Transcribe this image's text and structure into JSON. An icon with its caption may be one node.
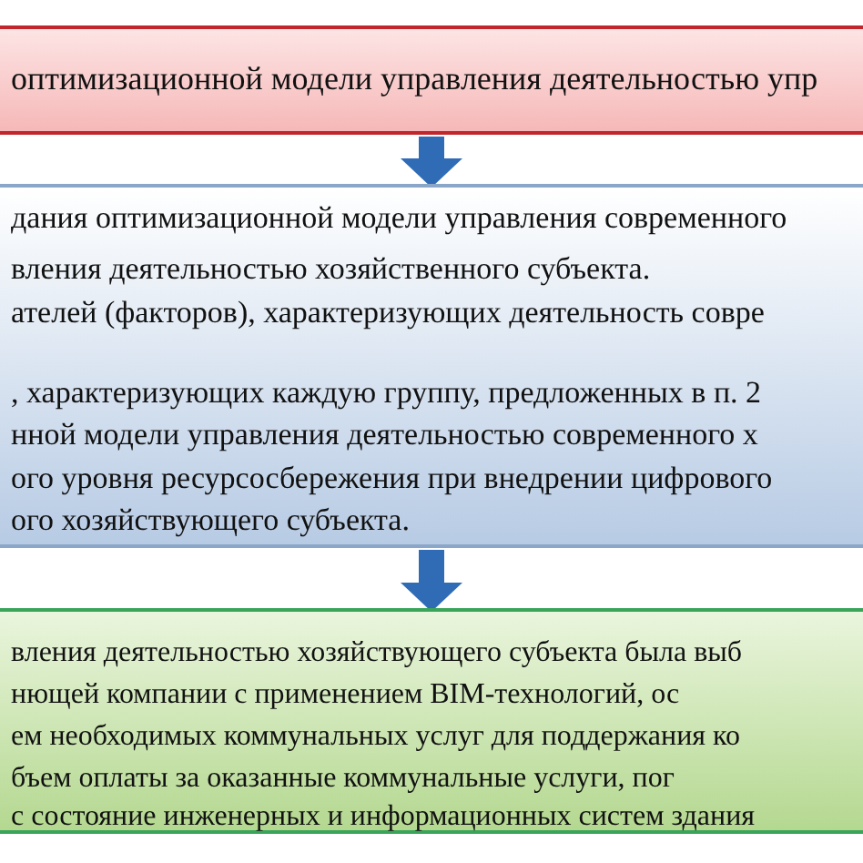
{
  "diagram": {
    "nodes": [
      {
        "text": [
          "оптимизационной модели управления деятельностью упр"
        ]
      },
      {
        "text": [
          "дания оптимизационной модели управления современного",
          "вления деятельностью хозяйственного субъекта.",
          "ателей (факторов), характеризующих деятельность совре",
          ", характеризующих каждую группу, предложенных в п. 2",
          "нной модели управления деятельностью современного х",
          "ого уровня ресурсосбережения при внедрении цифрового",
          "ого хозяйствующего субъекта."
        ]
      },
      {
        "text": [
          "вления деятельностью хозяйствующего субъекта была выб",
          "нющей компании с применением BIM-технологий, ос",
          "ем необходимых коммунальных услуг для поддержания ко",
          "бъем оплаты за оказанные коммунальные услуги, пог",
          "с состояние инженерных и информационных систем здания"
        ]
      }
    ],
    "edges": [
      {
        "from": 0,
        "to": 1,
        "arrow": "to"
      },
      {
        "from": 1,
        "to": 2,
        "arrow": "to"
      }
    ]
  }
}
